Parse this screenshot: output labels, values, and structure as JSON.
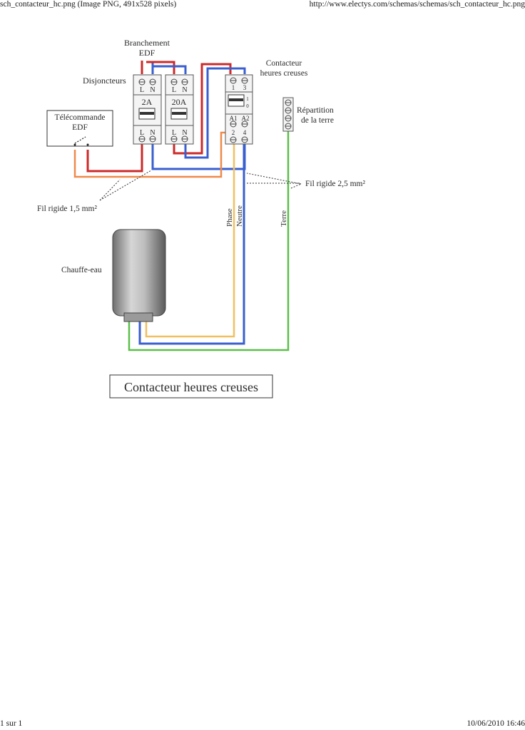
{
  "header": {
    "left": "sch_contacteur_hc.png (Image PNG, 491x528 pixels)",
    "right": "http://www.electys.com/schemas/schemas/sch_contacteur_hc.png"
  },
  "footer": {
    "left": "1 sur 1",
    "right": "10/06/2010 16:46"
  },
  "diagram": {
    "labels": {
      "branchement_1": "Branchement",
      "branchement_2": "EDF",
      "disjoncteurs": "Disjoncteurs",
      "contacteur_1": "Contacteur",
      "contacteur_2": "heures creuses",
      "telecommande_1": "Télécommande",
      "telecommande_2": "EDF",
      "repartition_1": "Répartition",
      "repartition_2": "de la terre",
      "fil_15": "Fil rigide 1,5 mm²",
      "fil_25": "Fil rigide 2,5 mm²",
      "phase": "Phase",
      "neutre": "Neutre",
      "terre": "Terre",
      "chauffe_eau": "Chauffe-eau",
      "caption": "Contacteur heures creuses"
    },
    "breaker_2a": {
      "rating": "2A",
      "top_l": "L",
      "top_n": "N",
      "bot_l": "L",
      "bot_n": "N"
    },
    "breaker_20a": {
      "rating": "20A",
      "top_l": "L",
      "top_n": "N",
      "bot_l": "L",
      "bot_n": "N"
    },
    "contactor": {
      "t1": "1",
      "t3": "3",
      "pos1": "1",
      "pos0": "0",
      "a1": "A1",
      "a2": "A2",
      "t2": "2",
      "t4": "4"
    },
    "wire_colors": {
      "phase_red": "#cc2a2a",
      "neutral_blue": "#3a5fcf",
      "control_orange": "#ef8a4a",
      "hot_yellow": "#f0c060",
      "earth_green": "#5cbf4a"
    }
  }
}
